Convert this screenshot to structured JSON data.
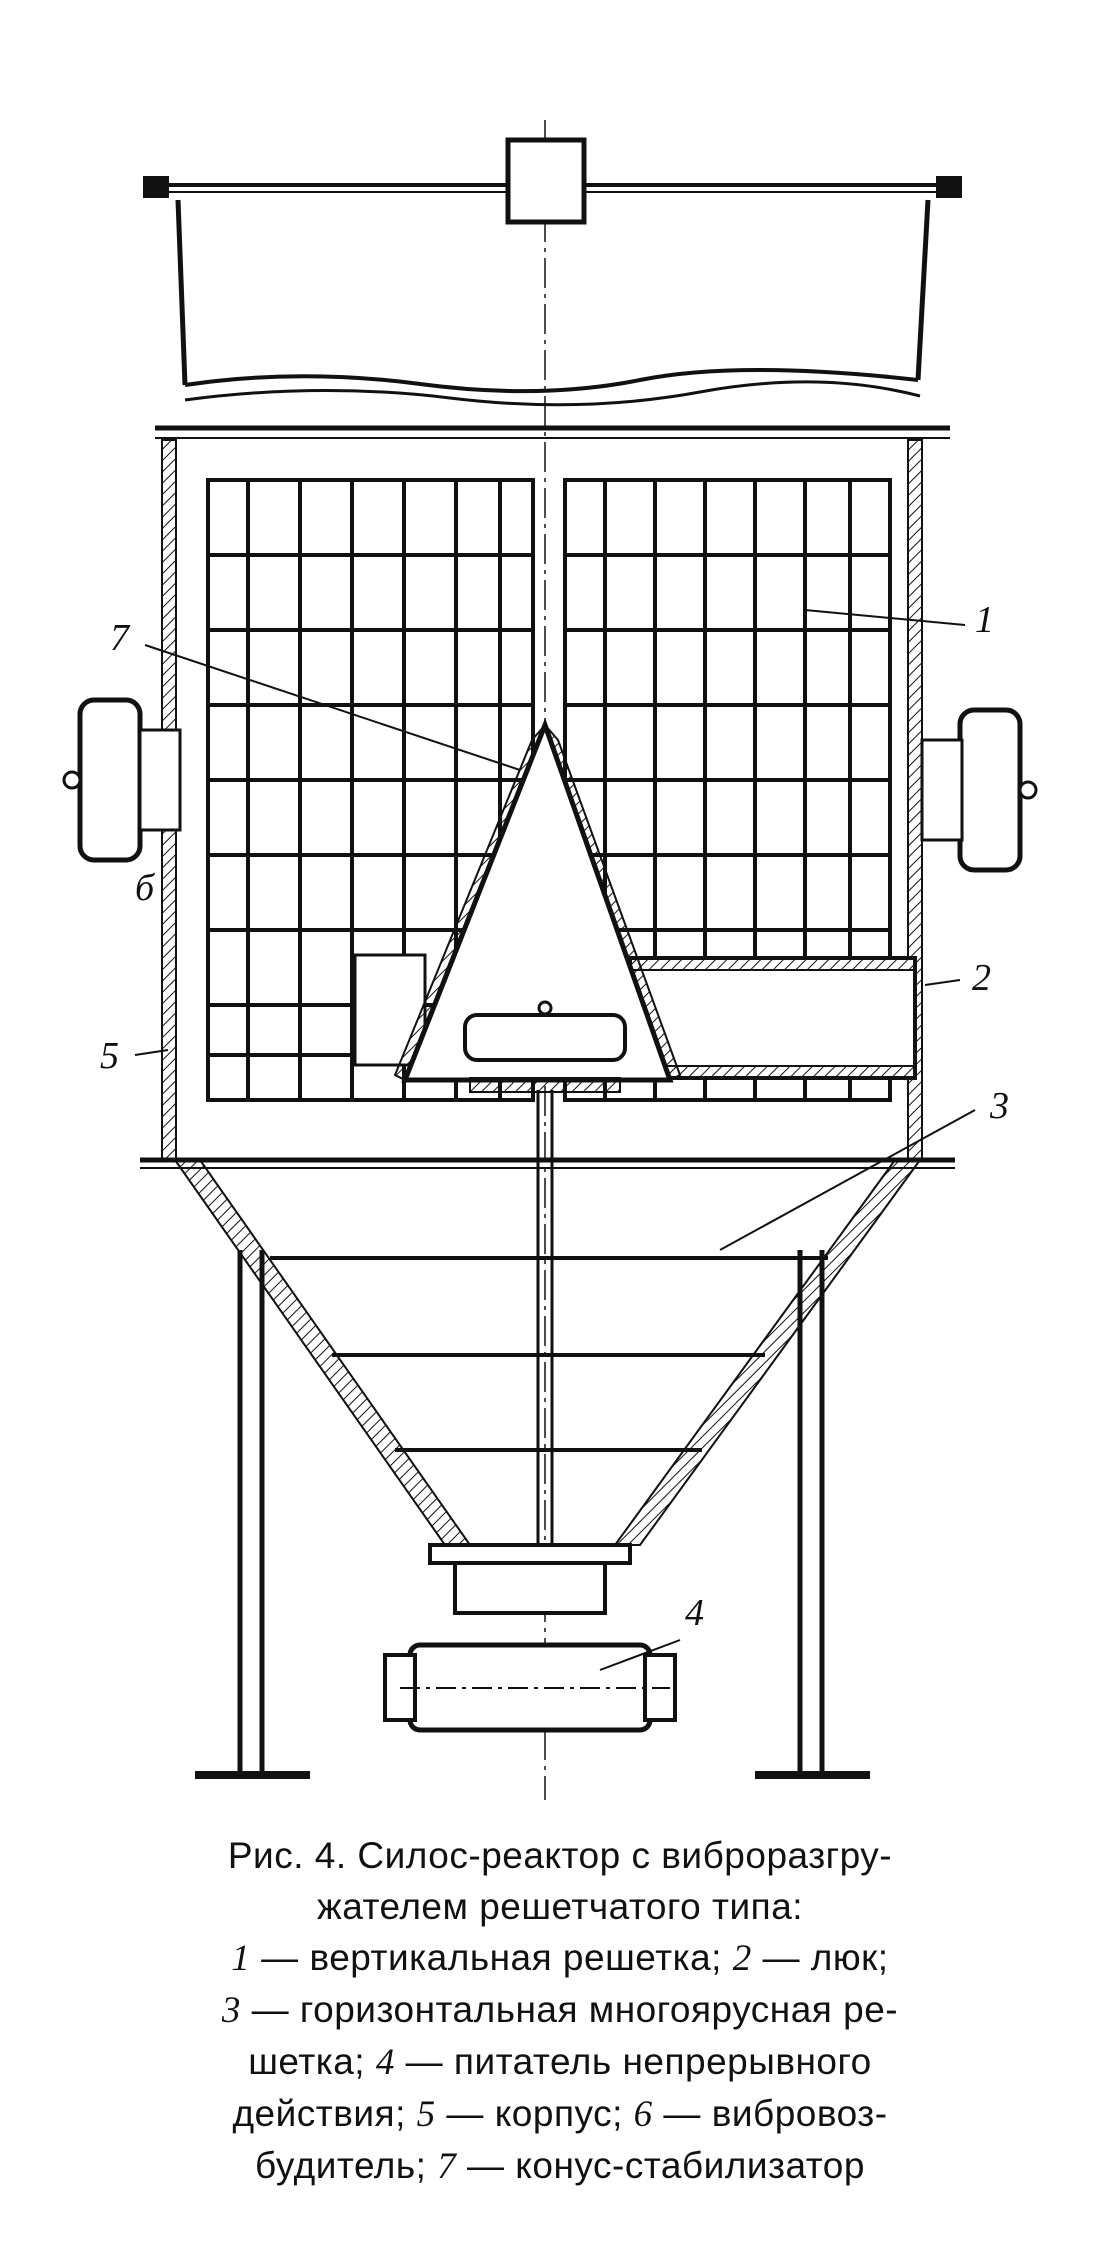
{
  "labels": {
    "l1": "1",
    "l2": "2",
    "l3": "3",
    "l4": "4",
    "l5": "5",
    "l6": "б",
    "l7": "7"
  },
  "caption": {
    "title_line1": "Рис. 4. Силос-реактор с виброразгру-",
    "title_line2": "жателем решетчатого типа:",
    "line3": [
      {
        "num": "1",
        "text": " — вертикальная решетка; "
      },
      {
        "num": "2",
        "text": " — люк;"
      }
    ],
    "line4": [
      {
        "num": "3",
        "text": " — горизонтальная многоярусная ре-"
      }
    ],
    "line5": [
      {
        "text": "шетка; "
      },
      {
        "num": "4",
        "text": " — питатель непрерывного"
      }
    ],
    "line6": [
      {
        "text": "действия; "
      },
      {
        "num": "5",
        "text": " — корпус; "
      },
      {
        "num": "6",
        "text": " — вибровоз-"
      }
    ],
    "line7": [
      {
        "text": "будитель; "
      },
      {
        "num": "7",
        "text": " — конус-стабилизатор"
      }
    ]
  }
}
